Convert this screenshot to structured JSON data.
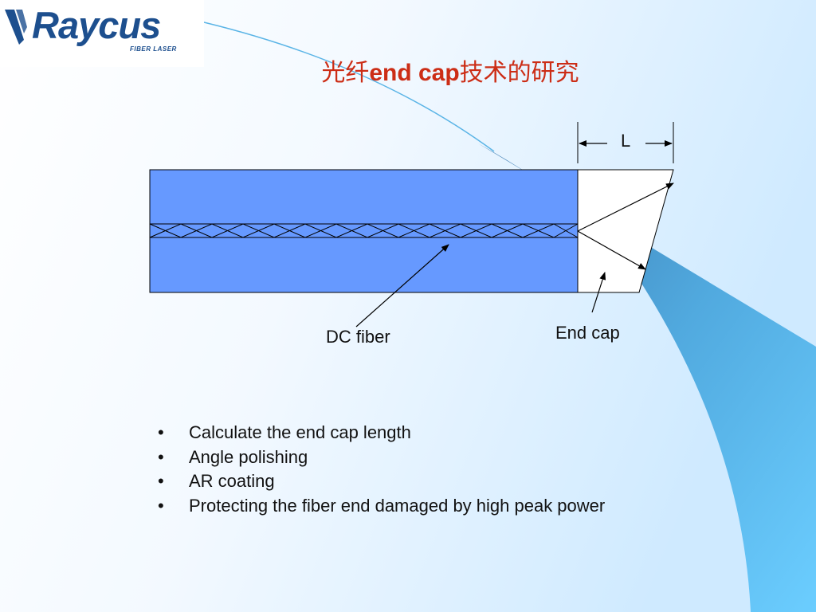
{
  "logo": {
    "wordmark": "Raycus",
    "tagline": "FIBER LASER"
  },
  "title": {
    "prefix": "光纤",
    "emphasis": "end cap",
    "suffix": "技术的研究"
  },
  "diagram": {
    "dimension_label": "L",
    "dc_fiber_label": "DC fiber",
    "end_cap_label": "End cap"
  },
  "bullets": {
    "marker": "•",
    "items": [
      "Calculate the end cap length",
      "Angle polishing",
      "AR coating",
      "Protecting the fiber end damaged by high peak power"
    ]
  },
  "colors": {
    "title": "#cc2d16",
    "fiber_fill": "#6699ff",
    "logo": "#1d4f8e",
    "swoosh_dark": "#3b7fb8",
    "swoosh_light": "#66ccff"
  }
}
